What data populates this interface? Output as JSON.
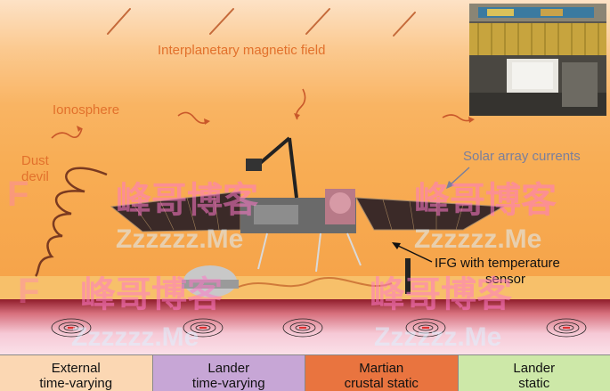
{
  "labels": {
    "interplanetary": "Interplanetary magnetic field",
    "ionosphere": "Ionosphere",
    "dust_devil": [
      "Dust",
      "devil"
    ],
    "solar_array": "Solar array currents",
    "ifg": [
      "IFG with temperature",
      "sensor"
    ]
  },
  "categories": [
    {
      "line1": "External",
      "line2": "time-varying",
      "color": "#fbd7b3"
    },
    {
      "line1": "Lander",
      "line2": "time-varying",
      "color": "#c7a6d6"
    },
    {
      "line1": "Martian",
      "line2": "crustal static",
      "color": "#e9743f"
    },
    {
      "line1": "Lander",
      "line2": "static",
      "color": "#cde8a8"
    }
  ],
  "watermark": {
    "cn": "峰哥博客",
    "en": "Zzzzzz.Me",
    "initial": "F"
  },
  "colors": {
    "label_orange": "#e2712c",
    "label_gray": "#7a7f9c"
  }
}
